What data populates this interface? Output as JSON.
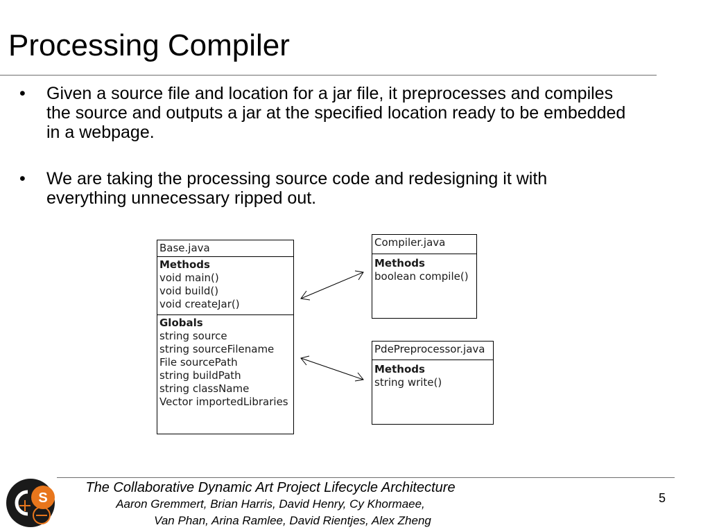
{
  "slide": {
    "title": "Processing Compiler",
    "bullets": [
      "Given a source file and location for a jar file, it preprocesses and compiles the source and outputs a jar at the specified location ready to be embedded in a webpage.",
      "We are taking the processing source code and redesigning it with everything unnecessary ripped out."
    ],
    "bullet_symbol": "•"
  },
  "diagram": {
    "classes": {
      "base": {
        "name": "Base.java",
        "methods_heading": "Methods",
        "methods": [
          "void main()",
          "void build()",
          "void createJar()"
        ],
        "globals_heading": "Globals",
        "globals": [
          "string source",
          "string sourceFilename",
          "File sourcePath",
          "string buildPath",
          "string className",
          "Vector importedLibraries"
        ]
      },
      "compiler": {
        "name": "Compiler.java",
        "methods_heading": "Methods",
        "methods": [
          "boolean compile()"
        ]
      },
      "preprocessor": {
        "name": "PdePreprocessor.java",
        "methods_heading": "Methods",
        "methods": [
          "string write()"
        ]
      }
    }
  },
  "footer": {
    "title": "The Collaborative Dynamic Art Project Lifecycle Architecture",
    "authors_line1": "Aaron Gremmert, Brian Harris, David Henry, Cy Khormaee,",
    "authors_line2": "Van Phan, Arina Ramlee, David Rientjes, Alex Zheng",
    "page_number": "5",
    "logo_icon": "cse-logo-icon",
    "logo_letters": "CSE"
  },
  "colors": {
    "logo_dark": "#1a1a1a",
    "logo_orange": "#e8761c",
    "rule_gray": "#6e6e6e"
  }
}
